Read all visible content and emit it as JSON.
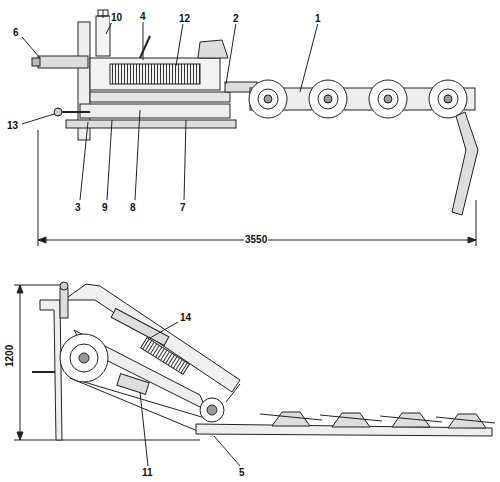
{
  "diagram": {
    "labels": [
      "6",
      "10",
      "4",
      "12",
      "2",
      "1",
      "13",
      "3",
      "9",
      "8",
      "7",
      "3550",
      "1200",
      "14",
      "11",
      "5"
    ]
  }
}
